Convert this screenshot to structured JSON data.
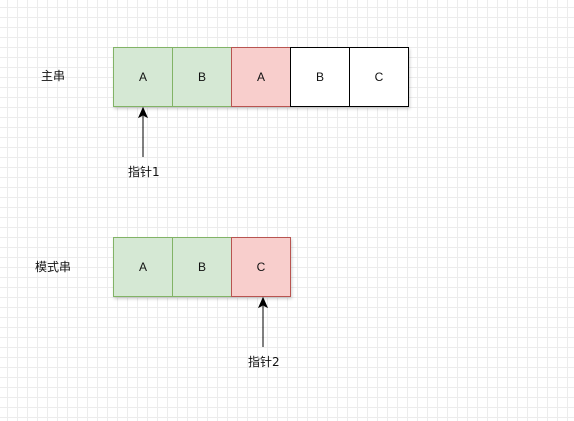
{
  "main_string": {
    "label": "主串",
    "cells": [
      {
        "text": "A",
        "style": "green"
      },
      {
        "text": "B",
        "style": "green"
      },
      {
        "text": "A",
        "style": "red"
      },
      {
        "text": "B",
        "style": "white"
      },
      {
        "text": "C",
        "style": "white"
      }
    ]
  },
  "pattern_string": {
    "label": "模式串",
    "cells": [
      {
        "text": "A",
        "style": "green"
      },
      {
        "text": "B",
        "style": "green"
      },
      {
        "text": "C",
        "style": "red"
      }
    ]
  },
  "pointer1": {
    "label": "指针1"
  },
  "pointer2": {
    "label": "指针2"
  },
  "colors": {
    "match_fill": "#d5e8d4",
    "match_stroke": "#82b366",
    "mismatch_fill": "#f8cecc",
    "mismatch_stroke": "#b85450",
    "plain_fill": "#ffffff",
    "plain_stroke": "#000000"
  }
}
